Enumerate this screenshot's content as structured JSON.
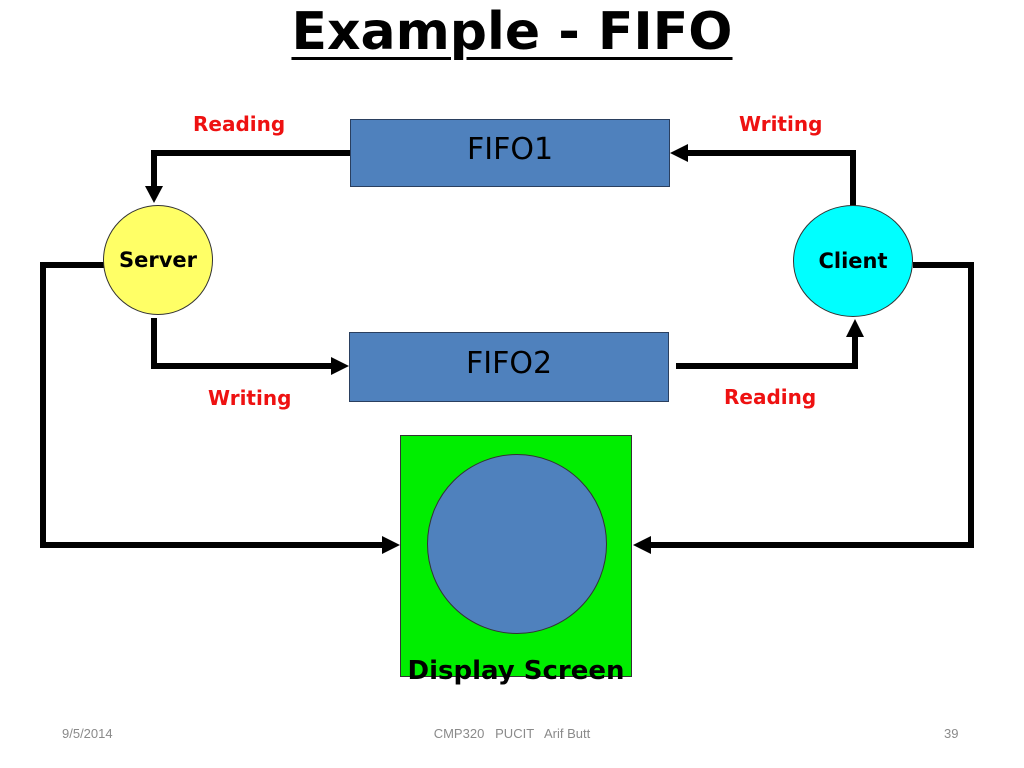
{
  "title": "Example - FIFO",
  "fifo1": {
    "label": "FIFO1"
  },
  "fifo2": {
    "label": "FIFO2"
  },
  "server": {
    "label": "Server"
  },
  "client": {
    "label": "Client"
  },
  "display": {
    "label": "Display Screen"
  },
  "edge_labels": {
    "server_reading": "Reading",
    "client_writing": "Writing",
    "server_writing": "Writing",
    "client_reading": "Reading"
  },
  "colors": {
    "fifo_fill": "#4f81bd",
    "server_fill": "#ffff66",
    "client_fill": "#00ffff",
    "screen_fill": "#00ee00",
    "edge_label": "#ee1111"
  },
  "footer": {
    "date": "9/5/2014",
    "center": "CMP320   PUCIT   Arif Butt",
    "page": "39"
  }
}
